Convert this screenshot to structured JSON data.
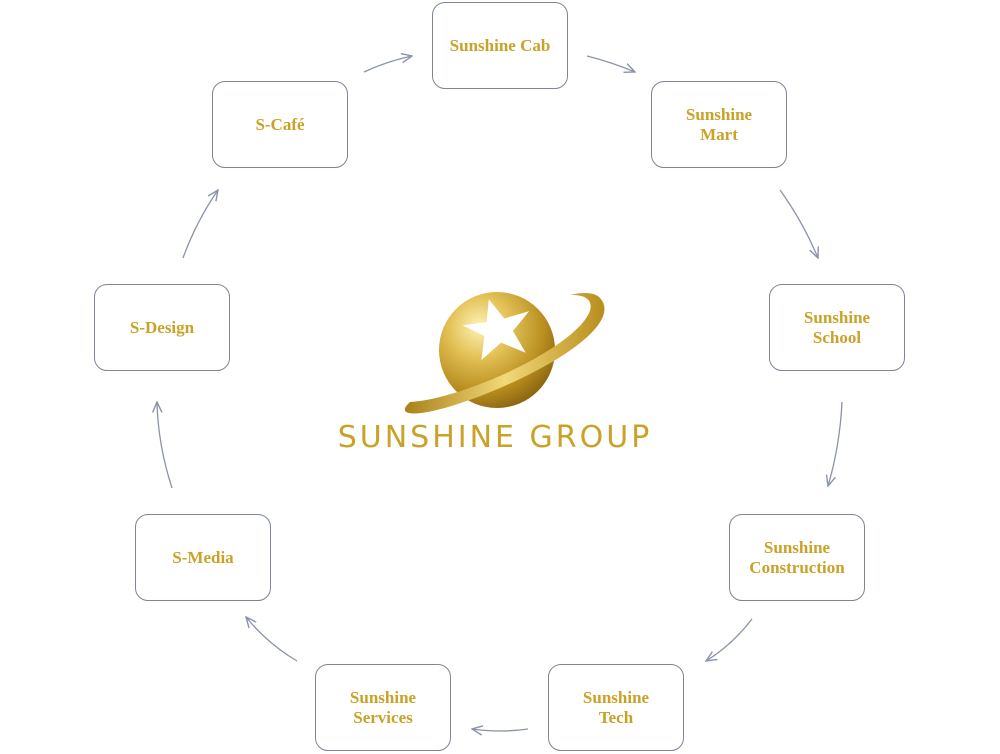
{
  "diagram": {
    "nodes": [
      {
        "id": "cab",
        "label": "Sunshine Cab"
      },
      {
        "id": "mart",
        "label": "Sunshine\nMart"
      },
      {
        "id": "school",
        "label": "Sunshine\nSchool"
      },
      {
        "id": "construction",
        "label": "Sunshine\nConstruction"
      },
      {
        "id": "tech",
        "label": "Sunshine\nTech"
      },
      {
        "id": "services",
        "label": "Sunshine\nServices"
      },
      {
        "id": "media",
        "label": "S-Media"
      },
      {
        "id": "design",
        "label": "S-Design"
      },
      {
        "id": "cafe",
        "label": "S-Café"
      }
    ],
    "edges": [
      {
        "from": "cafe",
        "to": "cab"
      },
      {
        "from": "cab",
        "to": "mart"
      },
      {
        "from": "mart",
        "to": "school"
      },
      {
        "from": "school",
        "to": "construction"
      },
      {
        "from": "construction",
        "to": "tech"
      },
      {
        "from": "tech",
        "to": "services"
      },
      {
        "from": "services",
        "to": "media"
      },
      {
        "from": "media",
        "to": "design"
      },
      {
        "from": "design",
        "to": "cafe"
      }
    ]
  },
  "logo": {
    "text": "SUNSHINE GROUP"
  },
  "colors": {
    "gold": "#c9a227",
    "border": "#7d8598",
    "arrow": "#8a93a8"
  }
}
